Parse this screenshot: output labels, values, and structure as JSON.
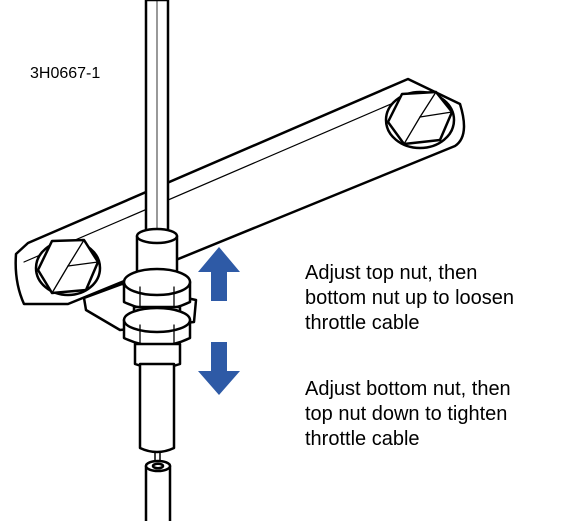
{
  "figure_id": "3H0667-1",
  "colors": {
    "line": "#000000",
    "fill": "#ffffff",
    "arrow": "#2e5aa6"
  },
  "icons": {
    "up": "arrow-up-icon",
    "down": "arrow-down-icon"
  },
  "callouts": {
    "loosen": {
      "line1": "Adjust top nut, then",
      "line2": "bottom nut up to loosen",
      "line3": "throttle cable"
    },
    "tighten": {
      "line1": "Adjust bottom nut, then",
      "line2": "top nut down to tighten",
      "line3": "throttle cable"
    }
  }
}
